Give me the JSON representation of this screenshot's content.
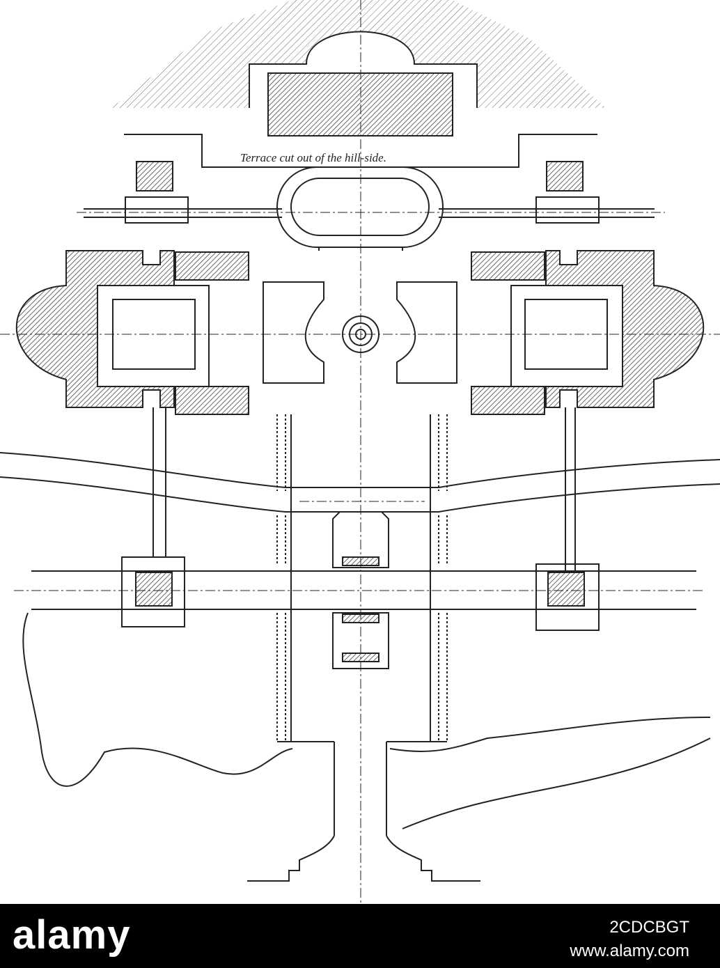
{
  "plan": {
    "annotation": "Terrace cut out of the hill-side."
  },
  "watermark": {
    "brand": "alamy",
    "image_id": "2CDCBGT",
    "url": "www.alamy.com"
  },
  "colors": {
    "ink": "#222222",
    "hatch": "#555555",
    "paper": "#ffffff",
    "bar": "#000000"
  }
}
